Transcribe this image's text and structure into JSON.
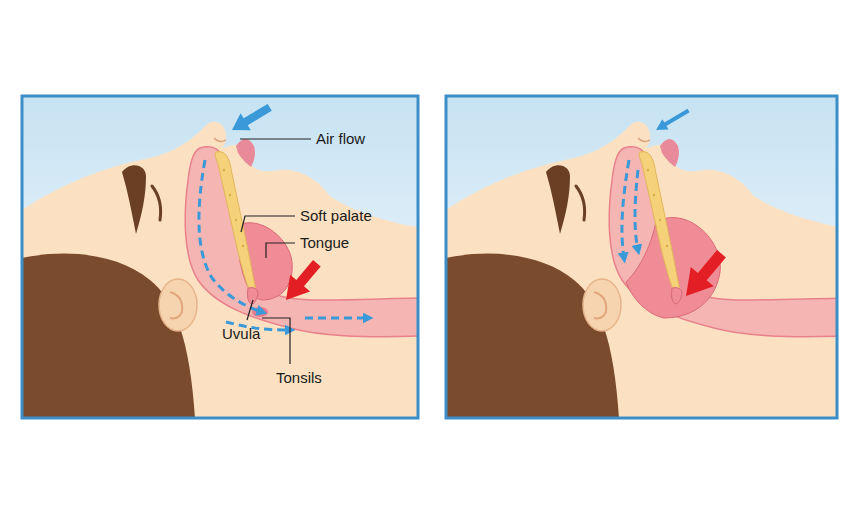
{
  "diagram": {
    "labels": [
      "Air flow",
      "Soft palate",
      "Tongue",
      "Uvula",
      "Tonsils"
    ]
  }
}
